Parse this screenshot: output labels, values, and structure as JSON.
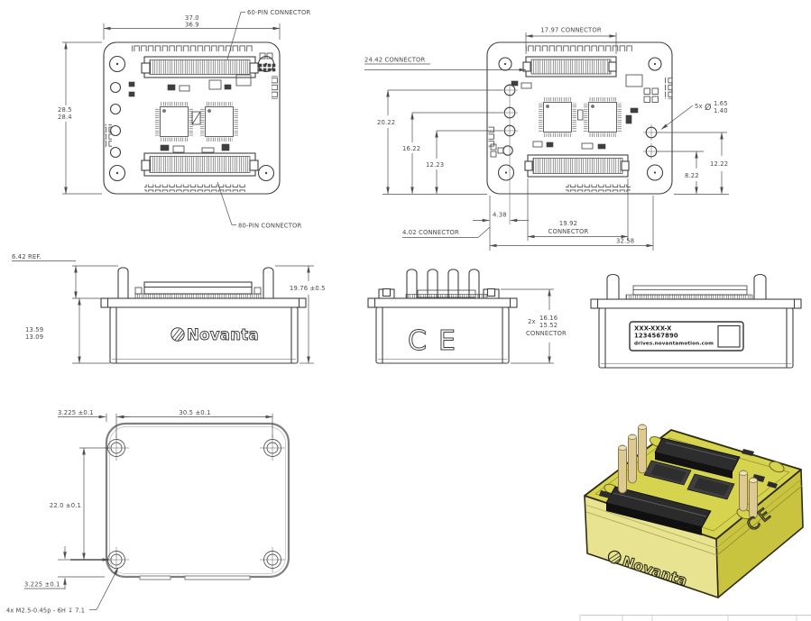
{
  "views": {
    "top_left": {
      "dim_w1": "37.0",
      "dim_w2": "36.9",
      "dim_h1": "28.5",
      "dim_h2": "28.4",
      "label_60pin": "60-PIN CONNECTOR",
      "label_80pin": "80-PIN CONNECTOR"
    },
    "top_right": {
      "dim_conn_top": "17.97 CONNECTOR",
      "dim_conn_left": "24.42 CONNECTOR",
      "dim_v1": "20.22",
      "dim_v2": "16.22",
      "dim_v3": "12.23",
      "dim_438": "4.38",
      "dim_conn_402": "4.02 CONNECTOR",
      "dim_1992_a": "19.92",
      "dim_1992_b": "CONNECTOR",
      "dim_3258": "32.58",
      "hole_qty": "5x",
      "hole_dia": "Ø",
      "hole_d1": "1.65",
      "hole_d2": "1.40",
      "dim_1222": "12.22",
      "dim_822": "8.22"
    },
    "front": {
      "dim_ref": "6.42 REF.",
      "dim_total": "19.76 ±0.5",
      "dim_h1": "13.59",
      "dim_h2": "13.09",
      "brand": "Novanta"
    },
    "side": {
      "qty": "2x",
      "d1": "16.16",
      "d2": "15.52",
      "word": "CONNECTOR",
      "ce_c": "C",
      "ce_e": "E"
    },
    "back": {
      "label1": "XXX-XXX-X",
      "label2": "1234567890",
      "label3": "drives.novantamotion.com"
    },
    "bottom": {
      "dim_edge_top": "3.225 ±0.1",
      "dim_span": "30.5 ±0.1",
      "dim_vert": "22.0 ±0.1",
      "dim_edge_bot": "3.225 ±0.1",
      "thread_note": "4x M2.5-0.45p - 6H ↧ 7.1"
    },
    "render": {
      "brand": "Novanta",
      "ce_c": "C",
      "ce_e": "E"
    }
  },
  "colors": {
    "line": "#3f3f3f",
    "dim": "#4f4f4f",
    "gray_outline": "#7f7f7f",
    "render_top": "#d6d34f",
    "render_front": "#e7e391",
    "render_side": "#c8c43f",
    "render_pin": "#dcca92",
    "render_connector": "#2b2b2b"
  }
}
